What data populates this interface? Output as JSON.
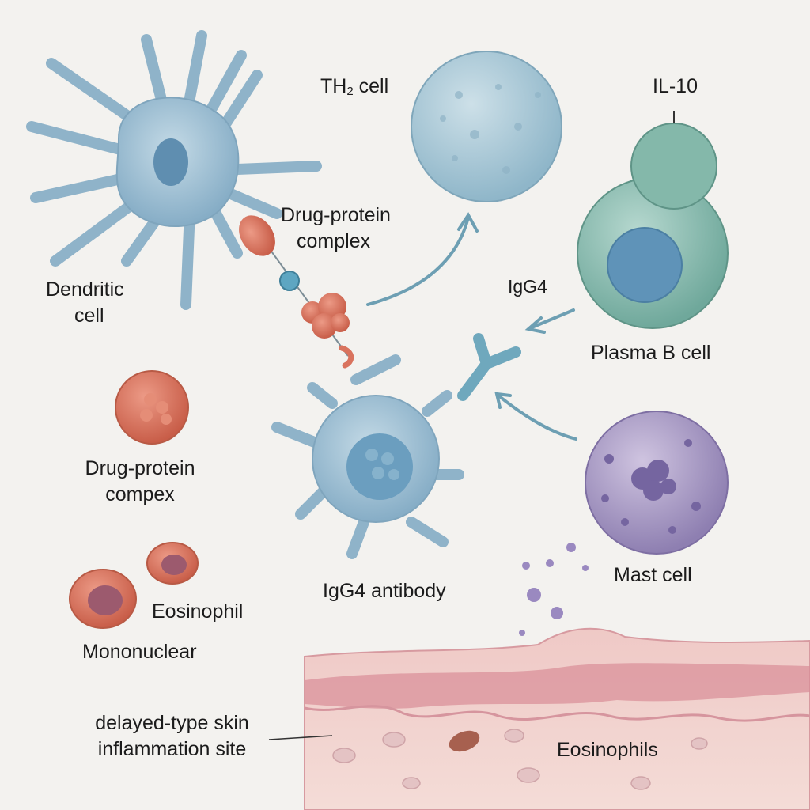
{
  "labels": {
    "th2_main": "TH",
    "th2_sub": "2",
    "th2_tail": " cell",
    "il10": "IL-10",
    "drug_complex_top_1": "Drug-protein",
    "drug_complex_top_2": "complex",
    "dendritic_1": "Dendritic",
    "dendritic_2": "cell",
    "igg4": "IgG4",
    "plasma_b": "Plasma B cell",
    "drug_complex_left_1": "Drug-protein",
    "drug_complex_left_2": "compex",
    "igg4_antibody": "IgG4 antibody",
    "mast_cell": "Mast cell",
    "eosinophil": "Eosinophil",
    "mononuclear": "Mononuclear",
    "skin_site_1": "delayed-type skin",
    "skin_site_2": "inflammation site",
    "eosinophils": "Eosinophils"
  },
  "colors": {
    "dendritic": "#9dbfd4",
    "th2": "#a9c9d8",
    "plasma_outer": "#8fc0b5",
    "plasma_nucleus": "#5f93b8",
    "il10_cap": "#7fb3a6",
    "mast": "#a99bc4",
    "drug_complex": "#d9735e",
    "arrow": "#6d9fb3",
    "skin_top": "#e4b4b8",
    "skin_dermis": "#f0d2cf"
  }
}
